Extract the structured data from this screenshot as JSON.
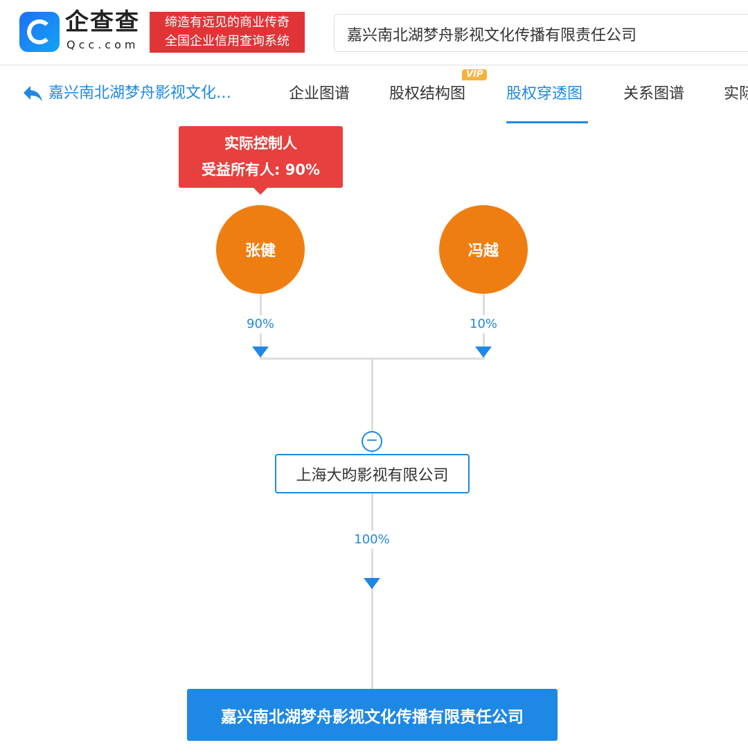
{
  "header": {
    "logo_text": "企查查",
    "logo_sub": "Qcc.com",
    "slogan_line1": "缔造有远见的商业传奇",
    "slogan_line2": "全国企业信用查询系统",
    "search_value": "嘉兴南北湖梦舟影视文化传播有限责任公司"
  },
  "nav": {
    "back_label": "嘉兴南北湖梦舟影视文化…",
    "tabs": [
      "企业图谱",
      "股权结构图",
      "股权穿透图",
      "关系图谱",
      "实际"
    ],
    "vip_badge": "VIP",
    "active_tab": "股权穿透图"
  },
  "graph": {
    "controller_tag": {
      "line1": "实际控制人",
      "line2": "受益所有人: 90%"
    },
    "shareholders": [
      {
        "name": "张健",
        "percent": "90%"
      },
      {
        "name": "冯越",
        "percent": "10%"
      }
    ],
    "intermediate": {
      "name": "上海大昀影视有限公司",
      "percent": "100%",
      "collapse_symbol": "−"
    },
    "target": {
      "name": "嘉兴南北湖梦舟影视文化传播有限责任公司"
    },
    "colors": {
      "person": "#ef7e12",
      "accent": "#1e88e5",
      "tag": "#e8403f"
    }
  }
}
